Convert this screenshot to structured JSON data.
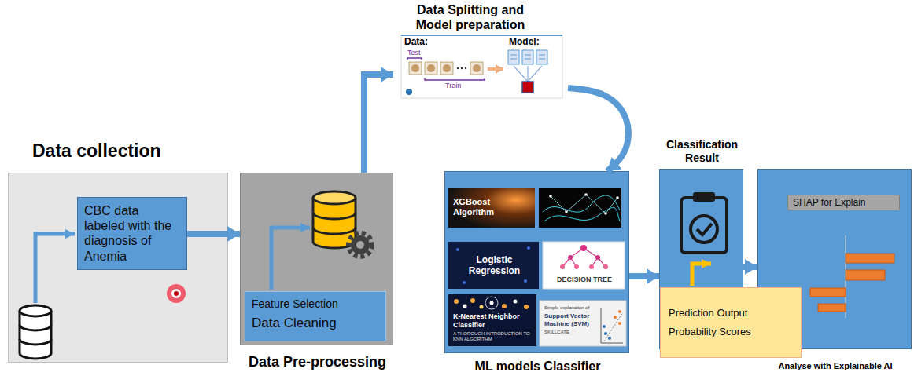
{
  "diagram": {
    "nodes": [
      {
        "text": [
          "Data collection"
        ]
      },
      {
        "text": [
          "CBC data labeled with the diagnosis of Anemia"
        ],
        "in": 0
      },
      {
        "text": [
          "Data Pre-processing"
        ]
      },
      {
        "text": [
          "Feature Selection",
          "Data Cleaning"
        ],
        "in": 2
      },
      {
        "text": [
          "Data Splitting and Model preparation"
        ]
      },
      {
        "text": [
          "ML models Classifier"
        ]
      },
      {
        "text": [
          "XGBoost Algorithm"
        ],
        "in": 5
      },
      {
        "text": [
          "Logistic Regression"
        ],
        "in": 5
      },
      {
        "text": [
          "DECISION TREE"
        ],
        "in": 5
      },
      {
        "text": [
          "K-Nearest Neighbor Classifier",
          "A THOROUGH INTRODUCTION TO KNN ALGORITHM"
        ],
        "in": 5
      },
      {
        "text": [
          "Simple explanation of",
          "Support Vector Machine (SVM)",
          "SKILLCATE"
        ],
        "in": 5
      },
      {
        "text": [
          "Classification Result"
        ]
      },
      {
        "text": [
          "Prediction Output",
          "Probability Scores"
        ],
        "in": 11
      },
      {
        "text": [
          "Analyse with Explainable AI"
        ]
      },
      {
        "text": [
          "SHAP for Explain"
        ],
        "in": 13
      }
    ],
    "edges": [
      {
        "from": 1,
        "to": 2,
        "arrow": "to"
      },
      {
        "from": 2,
        "to": 4,
        "arrow": "to"
      },
      {
        "from": 4,
        "to": 5,
        "arrow": "to"
      },
      {
        "from": 5,
        "to": 11,
        "arrow": "to"
      },
      {
        "from": 11,
        "to": 13,
        "arrow": "to"
      }
    ],
    "labels": [
      "Data:",
      "Model:",
      "Test",
      "Train"
    ]
  }
}
